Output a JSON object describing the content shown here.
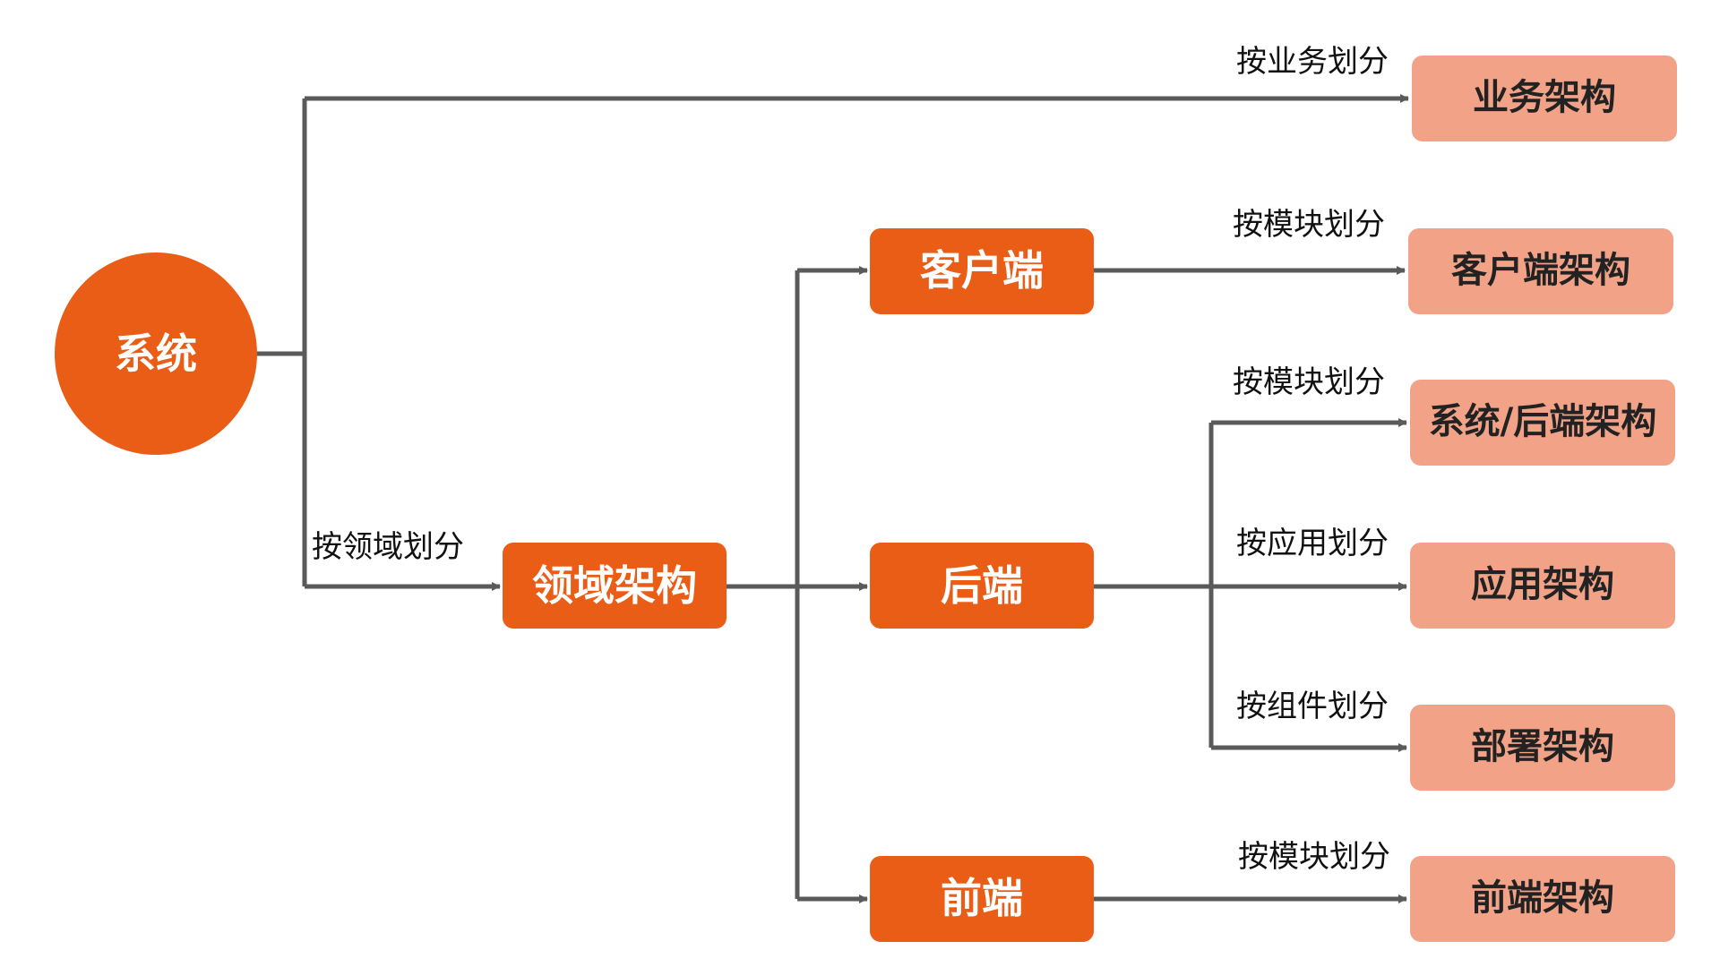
{
  "diagram": {
    "root": {
      "label": "系统"
    },
    "domain": {
      "label": "领域架构"
    },
    "client": {
      "label": "客户端"
    },
    "backend": {
      "label": "后端"
    },
    "frontend": {
      "label": "前端"
    },
    "business_arch": {
      "label": "业务架构"
    },
    "client_arch": {
      "label": "客户端架构"
    },
    "system_backend_arch": {
      "label": "系统/后端架构"
    },
    "application_arch": {
      "label": "应用架构"
    },
    "deployment_arch": {
      "label": "部署架构"
    },
    "frontend_arch": {
      "label": "前端架构"
    },
    "edges": {
      "by_business": "按业务划分",
      "by_domain": "按领域划分",
      "by_module_client": "按模块划分",
      "by_module_backend": "按模块划分",
      "by_application": "按应用划分",
      "by_component": "按组件划分",
      "by_module_frontend": "按模块划分"
    },
    "colors": {
      "primary": "#e95d17",
      "secondary": "#f2a287",
      "connector": "#5a5a5a"
    }
  }
}
